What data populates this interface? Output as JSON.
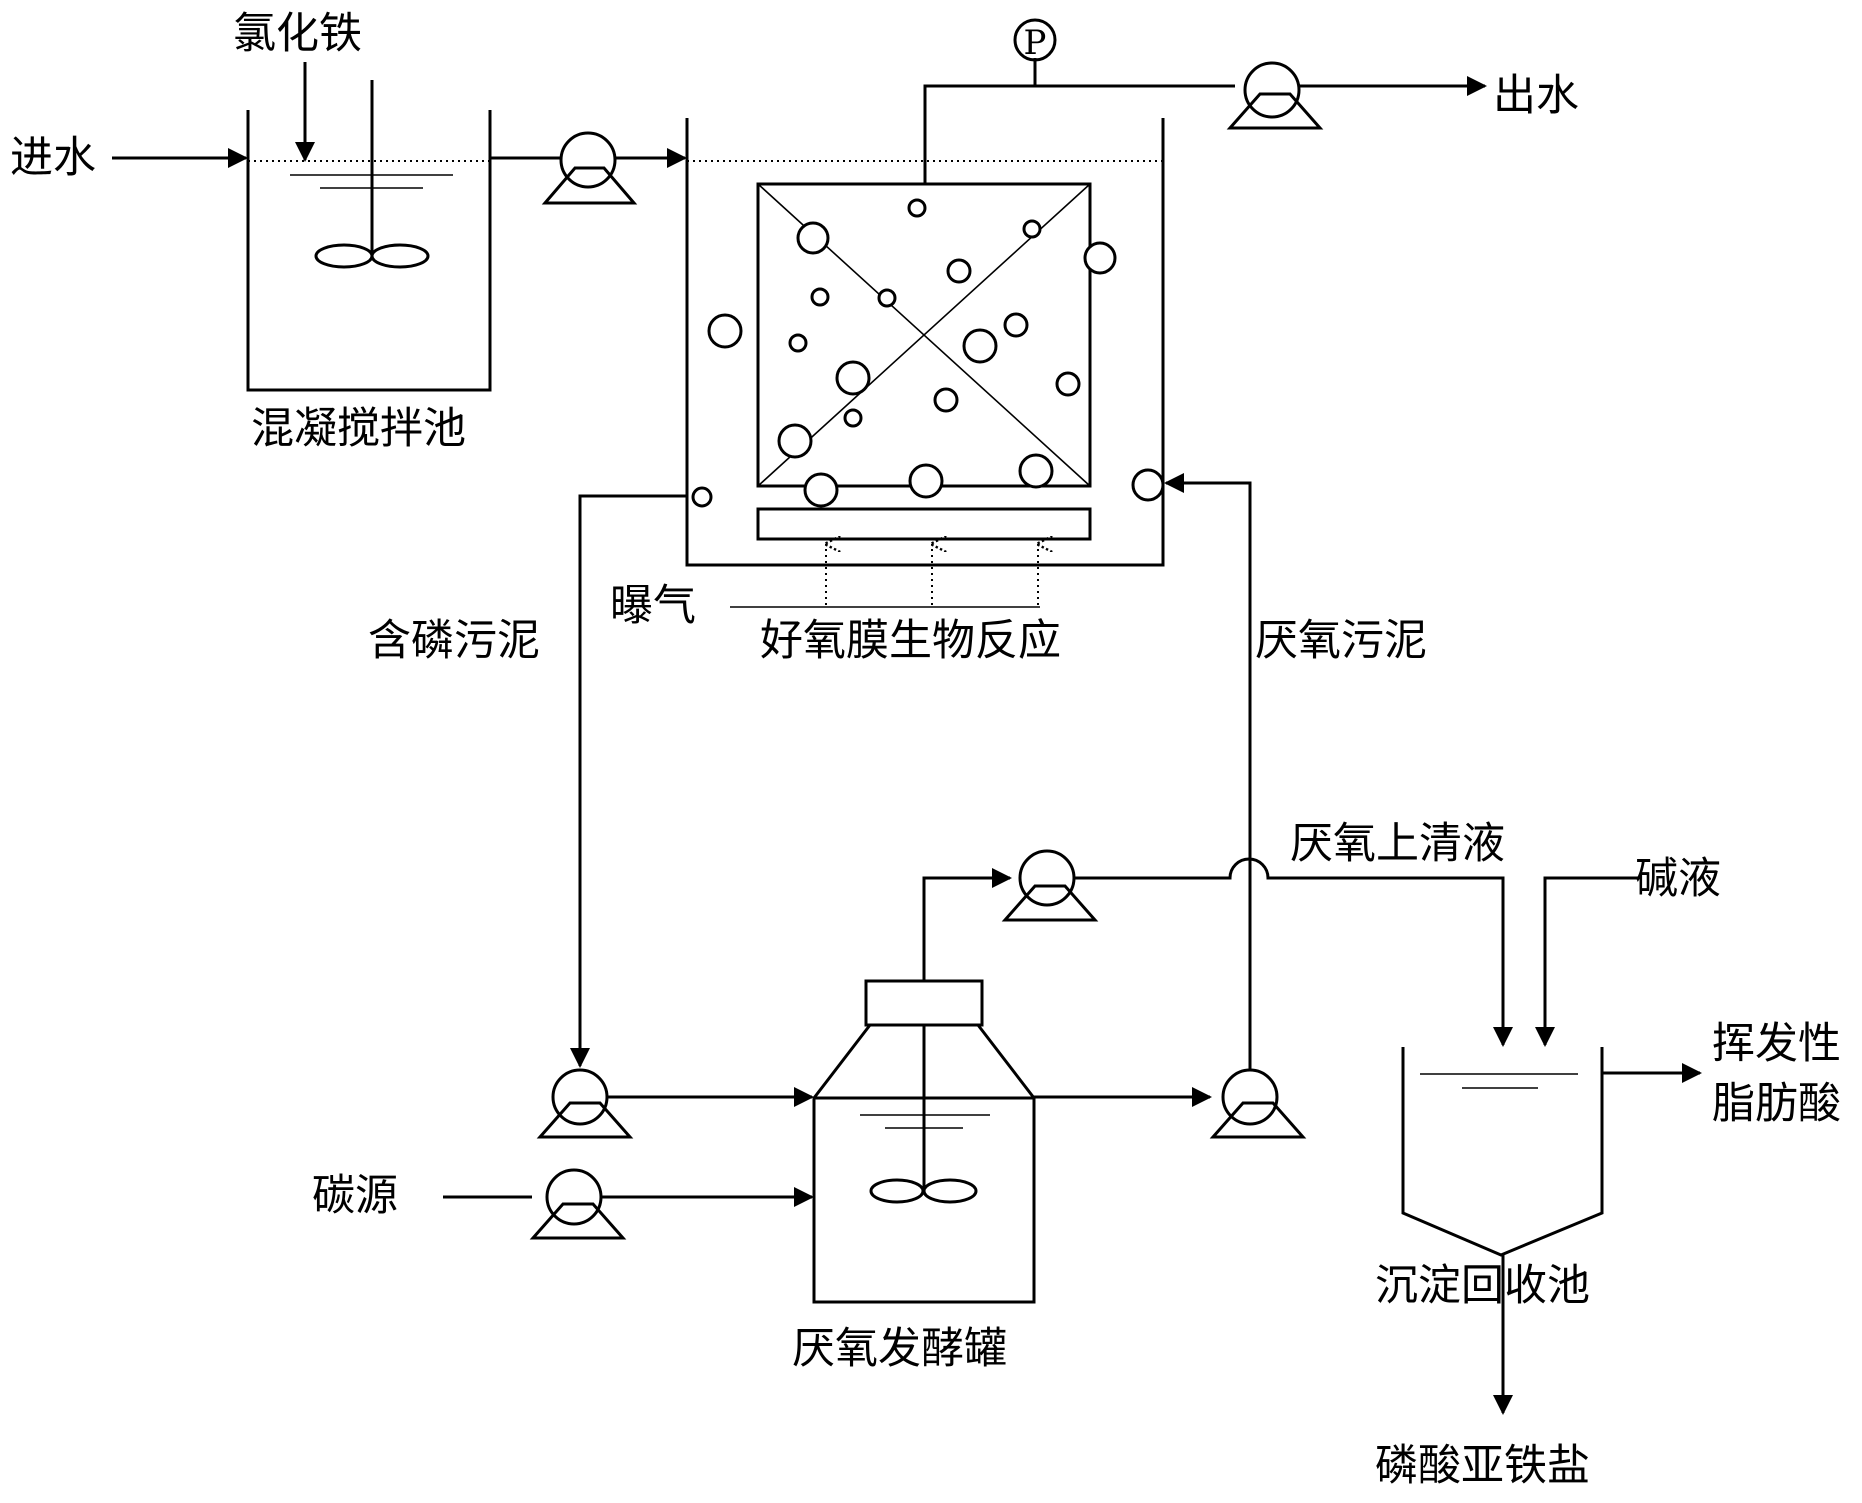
{
  "labels": {
    "ferric_chloride": "氯化铁",
    "influent": "进水",
    "effluent": "出水",
    "coagulation_tank": "混凝搅拌池",
    "aeration": "曝气",
    "aerobic_mbr": "好氧膜生物反应",
    "phosphorus_sludge": "含磷污泥",
    "anaerobic_sludge": "厌氧污泥",
    "anaerobic_supernatant": "厌氧上清液",
    "alkali": "碱液",
    "carbon_source": "碳源",
    "fermentation_tank": "厌氧发酵罐",
    "vfa": "挥发性",
    "vfa_line2": "脂肪酸",
    "settling_tank": "沉淀回收池",
    "ferrous_phosphate": "磷酸亚铁盐",
    "pressure_gauge": "P"
  }
}
